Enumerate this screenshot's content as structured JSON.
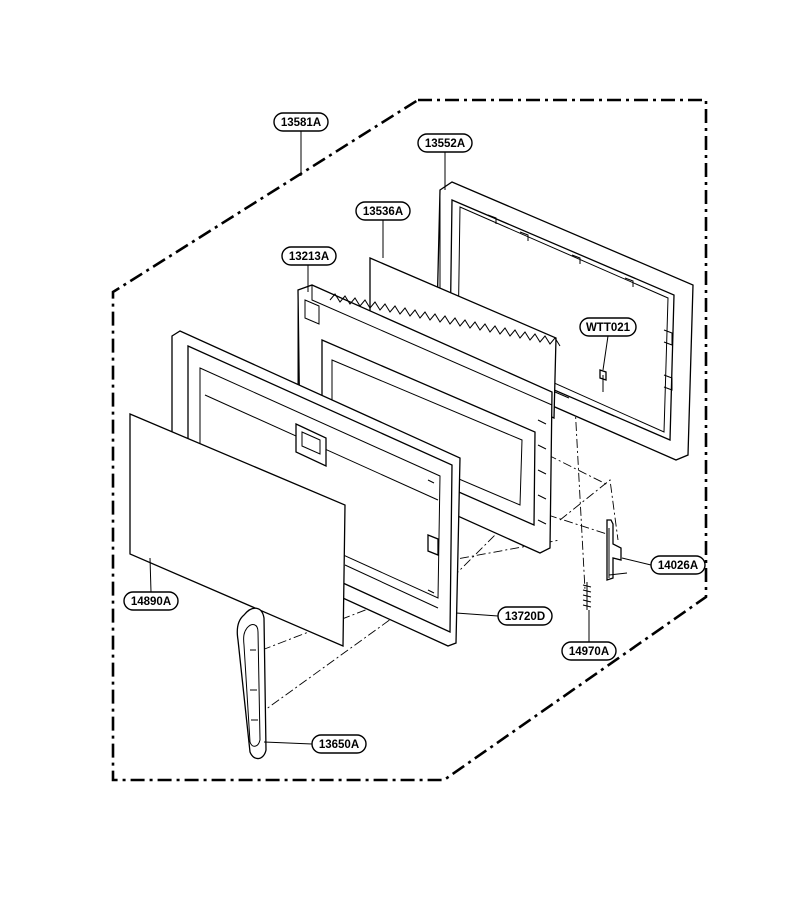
{
  "parts": [
    {
      "id": "assembly",
      "number": "13581A"
    },
    {
      "id": "door-frame-back",
      "number": "13552A"
    },
    {
      "id": "door-screen",
      "number": "13536A"
    },
    {
      "id": "door-inner-frame",
      "number": "13213A"
    },
    {
      "id": "screw",
      "number": "WTT021"
    },
    {
      "id": "latch-lever",
      "number": "14026A"
    },
    {
      "id": "door-front-panel",
      "number": "14890A"
    },
    {
      "id": "door-frame-front",
      "number": "13720D"
    },
    {
      "id": "spring",
      "number": "14970A"
    },
    {
      "id": "door-handle",
      "number": "13650A"
    }
  ]
}
